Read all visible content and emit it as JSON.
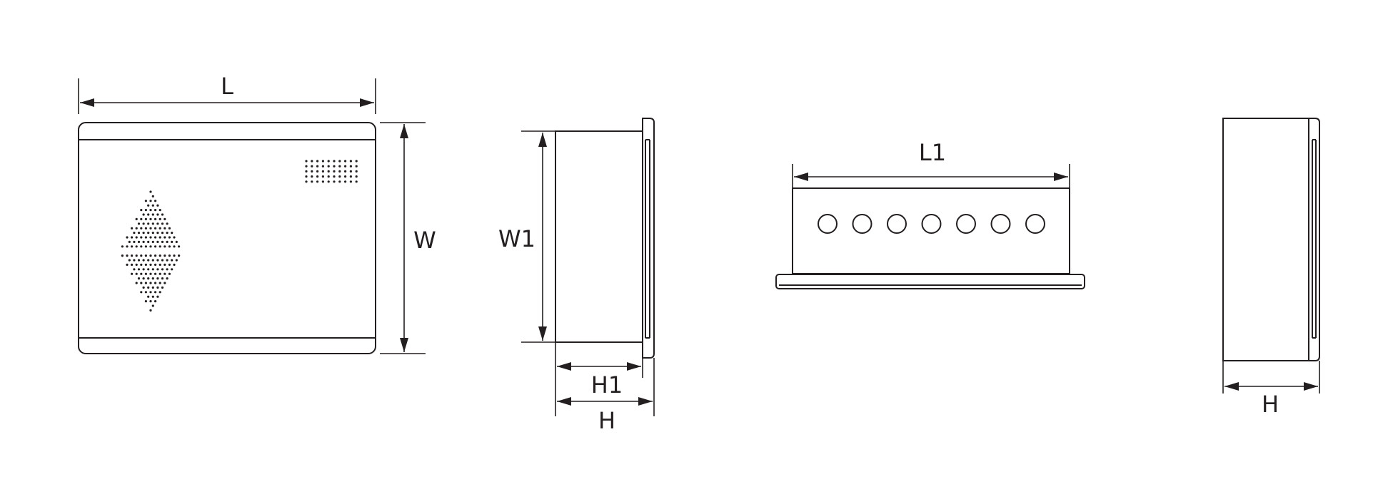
{
  "labels": {
    "front_length": "L",
    "front_width": "W",
    "side_inner_width": "W1",
    "side_inner_depth": "H1",
    "side_depth": "H",
    "top_inner_length": "L1",
    "right_depth": "H"
  },
  "knockout_count": 7,
  "colors": {
    "line": "#231f20",
    "background": "#ffffff"
  }
}
